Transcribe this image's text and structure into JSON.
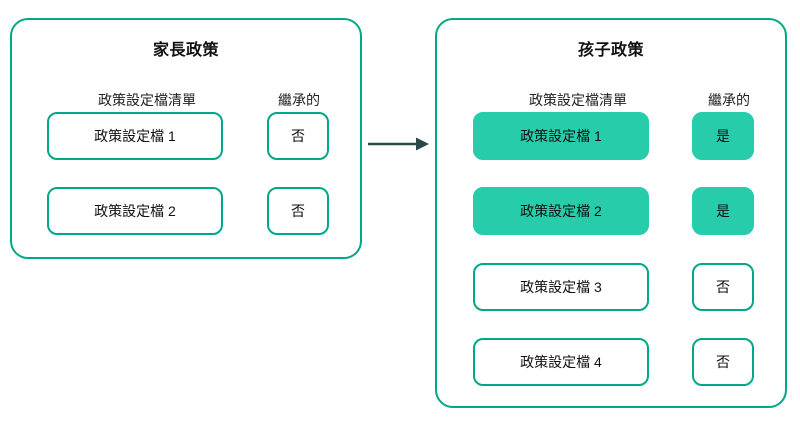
{
  "diagram": {
    "type": "flow",
    "title": "",
    "colors": {
      "border": "#00a887",
      "filled_background": "#27ccab",
      "text": "#111111",
      "arrow": "#2a4a4a",
      "page_background": "#ffffff"
    },
    "connector": {
      "name": "inheritance-arrow",
      "from": "parent-policy-panel",
      "to": "child-policy-panel",
      "direction": "right"
    },
    "panels": [
      {
        "id": "parent",
        "title": "家長政策",
        "headers": {
          "profiles": "政策設定檔清單",
          "inherited": "繼承的"
        },
        "rows": [
          {
            "profile": "政策設定檔 1",
            "inherited": "否",
            "highlighted": false
          },
          {
            "profile": "政策設定檔 2",
            "inherited": "否",
            "highlighted": false
          }
        ]
      },
      {
        "id": "child",
        "title": "孩子政策",
        "headers": {
          "profiles": "政策設定檔清單",
          "inherited": "繼承的"
        },
        "rows": [
          {
            "profile": "政策設定檔 1",
            "inherited": "是",
            "highlighted": true
          },
          {
            "profile": "政策設定檔 2",
            "inherited": "是",
            "highlighted": true
          },
          {
            "profile": "政策設定檔 3",
            "inherited": "否",
            "highlighted": false
          },
          {
            "profile": "政策設定檔 4",
            "inherited": "否",
            "highlighted": false
          }
        ]
      }
    ]
  }
}
